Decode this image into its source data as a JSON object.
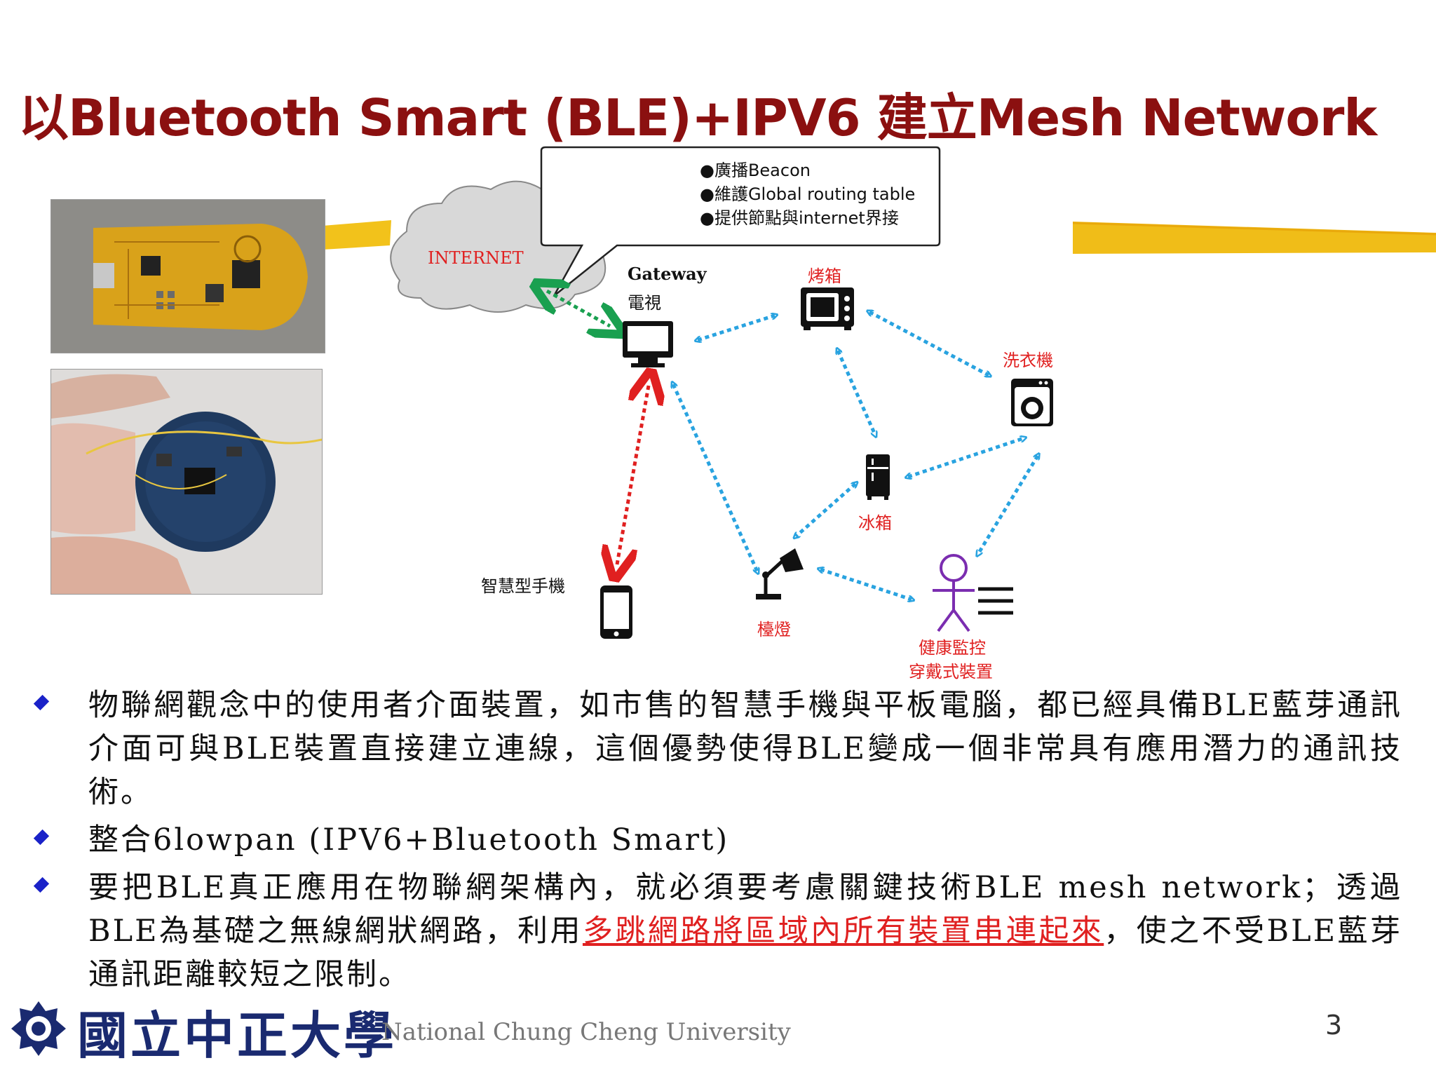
{
  "title": "以Bluetooth Smart (BLE)+IPV6 建立Mesh Network",
  "callout": {
    "items": [
      "●廣播Beacon",
      "●維護Global routing table",
      "●提供節點與internet界接"
    ]
  },
  "diagram": {
    "internet": "INTERNET",
    "gateway_en": "Gateway",
    "gateway_cn": "電視",
    "oven": "烤箱",
    "washer": "洗衣機",
    "fridge": "冰箱",
    "phone": "智慧型手機",
    "lamp": "檯燈",
    "health_line1": "健康監控",
    "health_line2": "穿戴式裝置"
  },
  "bullets": [
    {
      "text": "物聯網觀念中的使用者介面裝置，如市售的智慧手機與平板電腦，都已經具備BLE藍芽通訊介面可與BLE裝置直接建立連線，這個優勢使得BLE變成一個非常具有應用潛力的通訊技術。"
    },
    {
      "text": "整合6lowpan (IPV6+Bluetooth Smart)"
    },
    {
      "pre": "要把BLE真正應用在物聯網架構內，就必須要考慮關鍵技術BLE mesh network；透過BLE為基礎之無線網狀網路，利用",
      "highlight": "多跳網路將區域內所有裝置串連起來",
      "post": "，使之不受BLE藍芽通訊距離較短之限制。"
    }
  ],
  "footer": {
    "university_cn": "國立中正大學",
    "university_en": "National Chung Cheng University",
    "page": "3"
  },
  "colors": {
    "title": "#8b1010",
    "accent_red": "#e02020",
    "link_blue": "#29a3e0",
    "bullet": "#1a22c8"
  }
}
